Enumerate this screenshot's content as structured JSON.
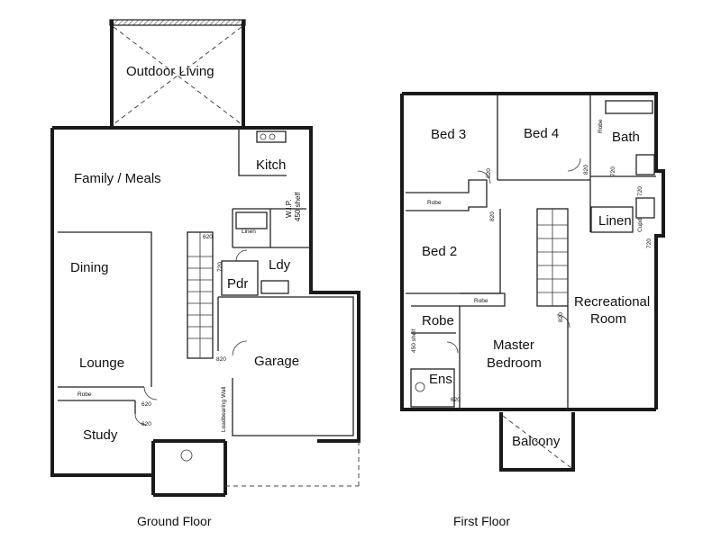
{
  "ground_floor": {
    "caption": "Ground Floor",
    "rooms": {
      "outdoor_living": "Outdoor Living",
      "family_meals": "Family / Meals",
      "kitchen": "Kitch",
      "wip": "W.I.P.",
      "linen": "Linen",
      "laundry": "Ldy",
      "powder": "Pdr",
      "dining": "Dining",
      "lounge": "Lounge",
      "study": "Study",
      "garage": "Garage"
    },
    "notes": {
      "shelf": "450 shelf",
      "robe": "Robe",
      "loadbearing_wall": "Loadbearing Wall",
      "door_820": "820",
      "door_620a": "620",
      "door_620b": "620",
      "door_720": "720",
      "door_620c": "620"
    }
  },
  "first_floor": {
    "caption": "First Floor",
    "rooms": {
      "bed3": "Bed 3",
      "bed4": "Bed 4",
      "bath": "Bath",
      "bed2": "Bed 2",
      "linen": "Linen",
      "recreational_line1": "Recreational",
      "recreational_line2": "Room",
      "robe": "Robe",
      "master_line1": "Master",
      "master_line2": "Bedroom",
      "ensuite": "Ens",
      "balcony": "Balcony"
    },
    "notes": {
      "robe_a": "Robe",
      "robe_b": "Robe",
      "robe_c": "Robe",
      "shelf": "450 shelf",
      "door_820a": "820",
      "door_820b": "820",
      "door_820c": "820",
      "door_820d": "820",
      "door_720a": "720",
      "door_720b": "720",
      "door_720c": "720",
      "door_620": "620",
      "cupd": "Cupd"
    }
  }
}
